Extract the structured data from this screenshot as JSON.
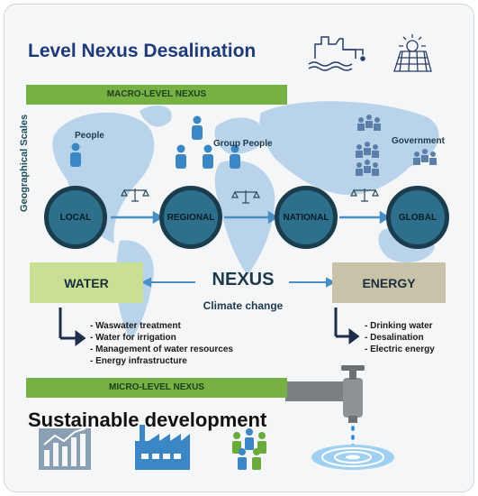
{
  "title": "Level Nexus Desalination",
  "macro_label": "MACRO-LEVEL NEXUS",
  "micro_label": "MICRO-LEVEL NEXUS",
  "axis_label": "Geographical Scales",
  "people_labels": {
    "people": "People",
    "group_people": "Group People",
    "government": "Government"
  },
  "scales": [
    "LOCAL",
    "REGIONAL",
    "NATIONAL",
    "GLOBAL"
  ],
  "water": {
    "label": "WATER",
    "items": [
      "Waswater treatment",
      "Water for irrigation",
      "Management of water resources",
      "Energy infrastructure"
    ]
  },
  "energy": {
    "label": "ENERGY",
    "items": [
      "Drinking water",
      "Desalination",
      "Electric energy"
    ]
  },
  "nexus_label": "NEXUS",
  "climate_label": "Climate change",
  "footer_title": "Sustainable development",
  "colors": {
    "title": "#1f3a78",
    "green_bar": "#77b043",
    "water_box": "#c9df95",
    "energy_box": "#c8c2a8",
    "circle": "#2e6f8c",
    "map": "#b9d4ea",
    "person_icon": "#3b86c4"
  },
  "icons": [
    "desalination-plant-icon",
    "solar-panel-icon",
    "person-icon",
    "scale-icon",
    "bar-chart-icon",
    "factory-icon",
    "community-icon",
    "faucet-icon",
    "water-ripple-icon"
  ]
}
